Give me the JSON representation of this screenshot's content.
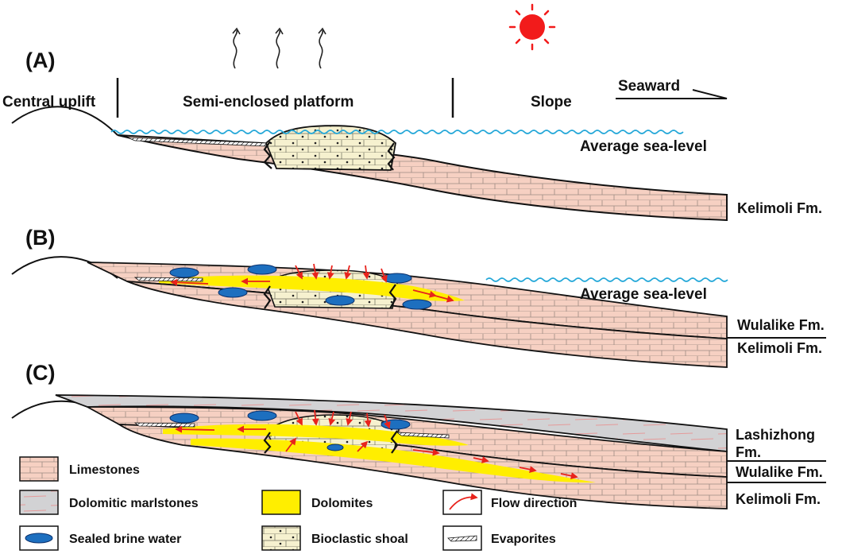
{
  "panels": {
    "a": {
      "label": "(A)",
      "zones": {
        "left": "Central uplift",
        "middle": "Semi-enclosed platform",
        "right": "Slope"
      },
      "direction": "Seaward",
      "sea_level": "Average sea-level",
      "formations": [
        "Kelimoli Fm."
      ]
    },
    "b": {
      "label": "(B)",
      "sea_level": "Average sea-level",
      "formations": [
        "Wulalike Fm.",
        "Kelimoli Fm."
      ]
    },
    "c": {
      "label": "(C)",
      "formations": [
        "Lashizhong",
        "Fm.",
        "Wulalike Fm.",
        "Kelimoli Fm."
      ]
    }
  },
  "legend": {
    "limestones": "Limestones",
    "dolomitic_marlstones": "Dolomitic marlstones",
    "dolomites": "Dolomites",
    "flow_direction": "Flow direction",
    "sealed_brine_water": "Sealed brine water",
    "bioclastic_shoal": "Bioclastic shoal",
    "evaporites": "Evaporites"
  },
  "colors": {
    "limestone": "#f6d0c2",
    "marlstone": "#d2d2d4",
    "dolomite": "#ffee00",
    "brine": "#1d6fbf",
    "shoal": "#f6f1cf",
    "flow": "#e8231c",
    "sun": "#f21b1b",
    "sea": "#23a7d8"
  },
  "icons": [
    "sun-icon",
    "heat-wave-icon",
    "seaward-arrow-icon",
    "flow-arrow-icon"
  ]
}
